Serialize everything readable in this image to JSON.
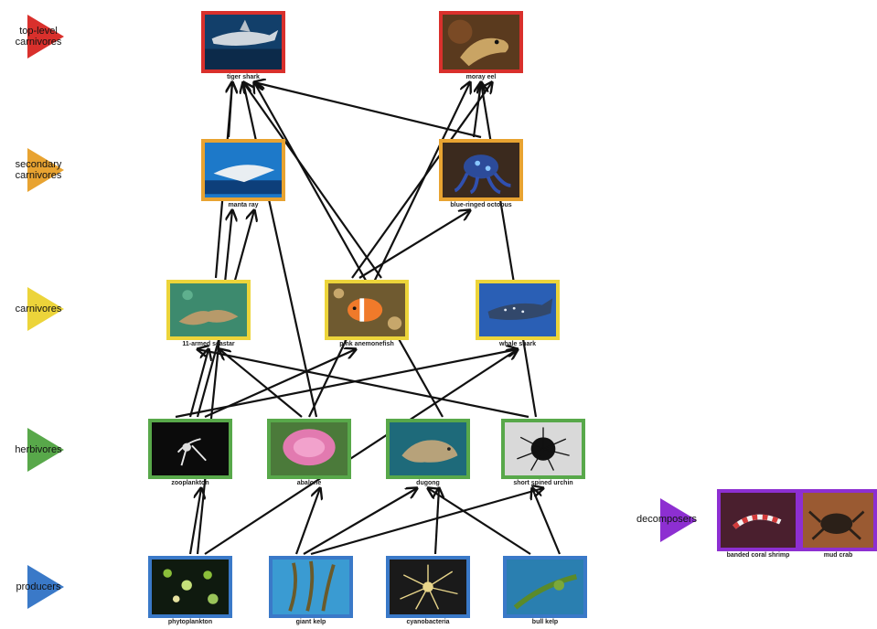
{
  "colors": {
    "top": "#d9302c",
    "secondary": "#e8a331",
    "carnivore": "#ecd43a",
    "herbivore": "#58a84a",
    "producer": "#3a79c8",
    "decomposer": "#8d2fd1"
  },
  "levels": [
    {
      "key": "top",
      "text": "top-level\ncarnivores"
    },
    {
      "key": "secondary",
      "text": "secondary\ncarnivores"
    },
    {
      "key": "carnivore",
      "text": "carnivores"
    },
    {
      "key": "herbivore",
      "text": "herbivores"
    },
    {
      "key": "producer",
      "text": "producers"
    }
  ],
  "decomposer_label": "decomposers",
  "organisms": [
    {
      "id": "tiger-shark",
      "name": "tiger shark",
      "level": "top",
      "theme": "shark"
    },
    {
      "id": "moray-eel",
      "name": "moray eel",
      "level": "top",
      "theme": "eel"
    },
    {
      "id": "manta-ray",
      "name": "manta ray",
      "level": "secondary",
      "theme": "manta"
    },
    {
      "id": "blue-ringed-octopus",
      "name": "blue-ringed octopus",
      "level": "secondary",
      "theme": "octopus"
    },
    {
      "id": "11-armed-seastar",
      "name": "11-armed seastar",
      "level": "carnivore",
      "theme": "seastar"
    },
    {
      "id": "pink-anemonefish",
      "name": "pink anemonefish",
      "level": "carnivore",
      "theme": "clownfish"
    },
    {
      "id": "whale-shark",
      "name": "whale shark",
      "level": "carnivore",
      "theme": "whaleshark"
    },
    {
      "id": "zooplankton",
      "name": "zooplankton",
      "level": "herbivore",
      "theme": "zooplankton"
    },
    {
      "id": "abalone",
      "name": "abalone",
      "level": "herbivore",
      "theme": "abalone"
    },
    {
      "id": "dugong",
      "name": "dugong",
      "level": "herbivore",
      "theme": "dugong"
    },
    {
      "id": "short-spined-urchin",
      "name": "short spined urchin",
      "level": "herbivore",
      "theme": "urchin"
    },
    {
      "id": "phytoplankton",
      "name": "phytoplankton",
      "level": "producer",
      "theme": "phyto"
    },
    {
      "id": "giant-kelp",
      "name": "giant kelp",
      "level": "producer",
      "theme": "kelp"
    },
    {
      "id": "cyanobacteria",
      "name": "cyanobacteria",
      "level": "producer",
      "theme": "cyano"
    },
    {
      "id": "bull-kelp",
      "name": "bull kelp",
      "level": "producer",
      "theme": "bullkelp"
    },
    {
      "id": "banded-coral-shrimp",
      "name": "banded coral shrimp",
      "level": "decomposer",
      "theme": "shrimp"
    },
    {
      "id": "mud-crab",
      "name": "mud crab",
      "level": "decomposer",
      "theme": "crab"
    }
  ],
  "links": [
    [
      "manta-ray",
      "tiger-shark"
    ],
    [
      "blue-ringed-octopus",
      "moray-eel"
    ],
    [
      "blue-ringed-octopus",
      "tiger-shark"
    ],
    [
      "11-armed-seastar",
      "tiger-shark"
    ],
    [
      "pink-anemonefish",
      "tiger-shark"
    ],
    [
      "pink-anemonefish",
      "moray-eel"
    ],
    [
      "pink-anemonefish",
      "blue-ringed-octopus"
    ],
    [
      "zooplankton",
      "11-armed-seastar"
    ],
    [
      "zooplankton",
      "manta-ray"
    ],
    [
      "zooplankton",
      "pink-anemonefish"
    ],
    [
      "zooplankton",
      "whale-shark"
    ],
    [
      "abalone",
      "11-armed-seastar"
    ],
    [
      "abalone",
      "moray-eel"
    ],
    [
      "abalone",
      "tiger-shark"
    ],
    [
      "dugong",
      "tiger-shark"
    ],
    [
      "short-spined-urchin",
      "11-armed-seastar"
    ],
    [
      "short-spined-urchin",
      "moray-eel"
    ],
    [
      "phytoplankton",
      "zooplankton"
    ],
    [
      "phytoplankton",
      "manta-ray"
    ],
    [
      "phytoplankton",
      "whale-shark"
    ],
    [
      "giant-kelp",
      "abalone"
    ],
    [
      "giant-kelp",
      "dugong"
    ],
    [
      "giant-kelp",
      "short-spined-urchin"
    ],
    [
      "cyanobacteria",
      "dugong"
    ],
    [
      "bull-kelp",
      "short-spined-urchin"
    ],
    [
      "bull-kelp",
      "dugong"
    ]
  ]
}
